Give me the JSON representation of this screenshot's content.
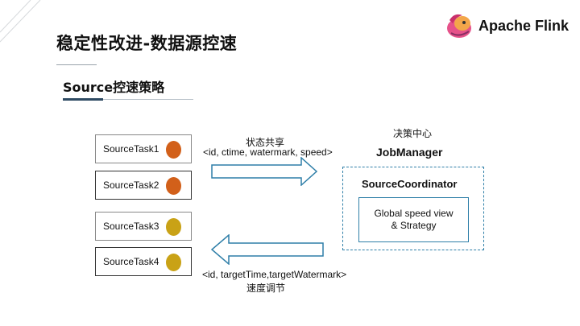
{
  "header": {
    "title": "稳定性改进-数据源控速",
    "subtitle": "Source控速策略",
    "logo_text": "Apache Flink"
  },
  "tasks": [
    {
      "label": "SourceTask1",
      "dot_color": "#d2601a"
    },
    {
      "label": "SourceTask2",
      "dot_color": "#d2601a"
    },
    {
      "label": "SourceTask3",
      "dot_color": "#c9a216"
    },
    {
      "label": "SourceTask4",
      "dot_color": "#c9a216"
    }
  ],
  "state_share": {
    "title": "状态共享",
    "fields": "<id, ctime, watermark, speed>"
  },
  "decision": {
    "title": "决策中心",
    "jobmanager": "JobManager",
    "coordinator": "SourceCoordinator",
    "box_line1": "Global speed view",
    "box_line2": "& Strategy"
  },
  "speed_control": {
    "fields": "<id, targetTime,targetWatermark>",
    "title": "速度调节"
  },
  "colors": {
    "arrow_outline": "#2f7fa8",
    "accent_dark": "#2e4a63"
  }
}
